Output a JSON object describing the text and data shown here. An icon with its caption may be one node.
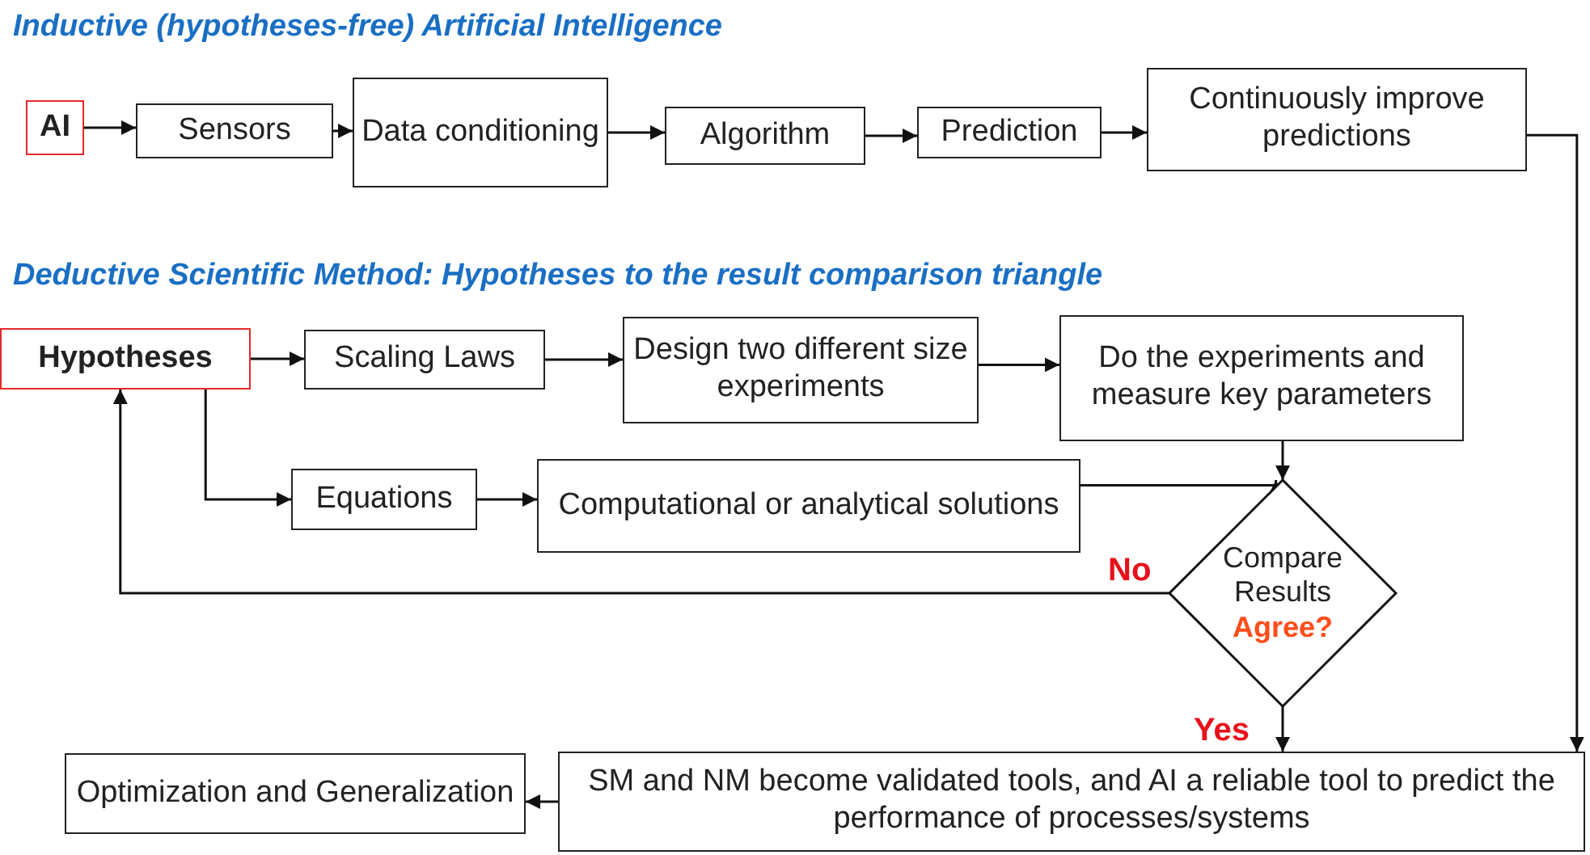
{
  "diagram": {
    "title": "Inductive (hypotheses-free) Artificial Intelligence",
    "nodes": [
      {
        "text": [
          "AI"
        ]
      },
      {
        "text": [
          "Sensors"
        ]
      },
      {
        "text": [
          "Data conditioning"
        ]
      },
      {
        "text": [
          "Algorithm"
        ]
      },
      {
        "text": [
          "Prediction"
        ]
      },
      {
        "text": [
          "Continuously improve predictions"
        ]
      },
      {
        "text": [
          "Hypotheses"
        ]
      },
      {
        "text": [
          "Scaling Laws"
        ]
      },
      {
        "text": [
          "Design two different size experiments"
        ]
      },
      {
        "text": [
          "Do the experiments and measure key parameters"
        ]
      },
      {
        "text": [
          "Equations"
        ]
      },
      {
        "text": [
          "Computational or analytical solutions"
        ]
      },
      {
        "text": [
          "Compare Results",
          "Agree?"
        ]
      },
      {
        "text": [
          "Optimization and Generalization"
        ]
      },
      {
        "text": [
          "SM and NM become validated tools, and AI a reliable tool to predict the performance of processes/systems"
        ]
      }
    ],
    "edges": [
      {
        "from": 0,
        "to": 1,
        "arrow": "to"
      },
      {
        "from": 1,
        "to": 2,
        "arrow": "to"
      },
      {
        "from": 2,
        "to": 3,
        "arrow": "to"
      },
      {
        "from": 3,
        "to": 4,
        "arrow": "to"
      },
      {
        "from": 4,
        "to": 5,
        "arrow": "to"
      },
      {
        "from": 5,
        "to": 14,
        "arrow": "to"
      },
      {
        "from": 6,
        "to": 7,
        "arrow": "to"
      },
      {
        "from": 7,
        "to": 8,
        "arrow": "to"
      },
      {
        "from": 8,
        "to": 9,
        "arrow": "to"
      },
      {
        "from": 6,
        "to": 10,
        "arrow": "to"
      },
      {
        "from": 10,
        "to": 11,
        "arrow": "to"
      },
      {
        "from": 11,
        "to": 12,
        "arrow": "to"
      },
      {
        "from": 9,
        "to": 12,
        "arrow": "to"
      },
      {
        "from": 12,
        "to": 6,
        "label": "No",
        "arrow": "to"
      },
      {
        "from": 12,
        "to": 14,
        "label": "Yes",
        "arrow": "to"
      },
      {
        "from": 14,
        "to": 13,
        "arrow": "to"
      }
    ],
    "labels": [
      "Deductive Scientific Method: Hypotheses to the result comparison triangle"
    ]
  }
}
